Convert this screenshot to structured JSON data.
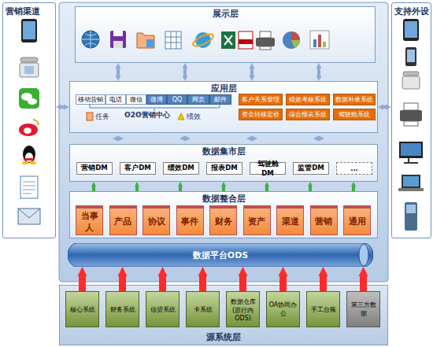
{
  "diagram": {
    "nodes": [
      {
        "text": [
          "营销渠道"
        ]
      },
      {
        "text": [
          "支持外设"
        ]
      },
      {
        "text": [
          "展示层"
        ]
      },
      {
        "text": [
          "应用层"
        ]
      },
      {
        "text": [
          "移动营销"
        ],
        "in": 3
      },
      {
        "text": [
          "电话"
        ],
        "in": 3
      },
      {
        "text": [
          "微信"
        ],
        "in": 3
      },
      {
        "text": [
          "微博"
        ],
        "in": 3
      },
      {
        "text": [
          "QQ"
        ],
        "in": 3
      },
      {
        "text": [
          "网页"
        ],
        "in": 3
      },
      {
        "text": [
          "邮件"
        ],
        "in": 3
      },
      {
        "text": [
          "客户关系管理"
        ],
        "in": 3
      },
      {
        "text": [
          "绩效考核系统"
        ],
        "in": 3
      },
      {
        "text": [
          "数据补录系统"
        ],
        "in": 3
      },
      {
        "text": [
          "资金转移定价"
        ],
        "in": 3
      },
      {
        "text": [
          "综合报表系统"
        ],
        "in": 3
      },
      {
        "text": [
          "驾驶舱系统"
        ],
        "in": 3
      },
      {
        "text": [
          "数据集市层"
        ]
      },
      {
        "text": [
          "营销DM"
        ],
        "in": 17
      },
      {
        "text": [
          "客户DM"
        ],
        "in": 17
      },
      {
        "text": [
          "绩效DM"
        ],
        "in": 17
      },
      {
        "text": [
          "报表DM"
        ],
        "in": 17
      },
      {
        "text": [
          "驾驶舱DM"
        ],
        "in": 17
      },
      {
        "text": [
          "监管DM"
        ],
        "in": 17
      },
      {
        "text": [
          "..."
        ],
        "in": 17
      },
      {
        "text": [
          "数据整合层"
        ]
      },
      {
        "text": [
          "当事人"
        ],
        "in": 25
      },
      {
        "text": [
          "产品"
        ],
        "in": 25
      },
      {
        "text": [
          "协议"
        ],
        "in": 25
      },
      {
        "text": [
          "事件"
        ],
        "in": 25
      },
      {
        "text": [
          "财务"
        ],
        "in": 25
      },
      {
        "text": [
          "资产"
        ],
        "in": 25
      },
      {
        "text": [
          "渠道"
        ],
        "in": 25
      },
      {
        "text": [
          "营销"
        ],
        "in": 25
      },
      {
        "text": [
          "通用"
        ],
        "in": 25
      },
      {
        "text": [
          "数据平台ODS"
        ]
      },
      {
        "text": [
          "源系统层"
        ]
      },
      {
        "text": [
          "核心系统"
        ],
        "in": 36
      },
      {
        "text": [
          "财务系统"
        ],
        "in": 36
      },
      {
        "text": [
          "信贷系统"
        ],
        "in": 36
      },
      {
        "text": [
          "卡系统"
        ],
        "in": 36
      },
      {
        "text": [
          "数据仓库 (原行内ODS)"
        ],
        "in": 36
      },
      {
        "text": [
          "OA协同办公"
        ],
        "in": 36
      },
      {
        "text": [
          "手工台账"
        ],
        "in": 36
      },
      {
        "text": [
          "第三方数据"
        ],
        "in": 36
      }
    ],
    "edges": [
      {
        "from": 0,
        "to": 3,
        "arrow": "both"
      },
      {
        "from": 3,
        "to": 1,
        "arrow": "both"
      },
      {
        "from": 2,
        "to": 3,
        "arrow": "both"
      },
      {
        "from": 2,
        "to": 3,
        "arrow": "both"
      },
      {
        "from": 2,
        "to": 3,
        "arrow": "both"
      },
      {
        "from": 2,
        "to": 3,
        "arrow": "both"
      },
      {
        "from": 3,
        "to": 17,
        "arrow": "both"
      },
      {
        "from": 3,
        "to": 17,
        "arrow": "both"
      },
      {
        "from": 3,
        "to": 17,
        "arrow": "both"
      },
      {
        "from": 3,
        "to": 17,
        "arrow": "both"
      },
      {
        "from": 25,
        "to": 17,
        "arrow": "to"
      },
      {
        "from": 25,
        "to": 17,
        "arrow": "to"
      },
      {
        "from": 25,
        "to": 17,
        "arrow": "to"
      },
      {
        "from": 25,
        "to": 17,
        "arrow": "to"
      },
      {
        "from": 25,
        "to": 17,
        "arrow": "to"
      },
      {
        "from": 25,
        "to": 17,
        "arrow": "to"
      },
      {
        "from": 25,
        "to": 17,
        "arrow": "to"
      },
      {
        "from": 37,
        "to": 35,
        "arrow": "to"
      },
      {
        "from": 38,
        "to": 35,
        "arrow": "to"
      },
      {
        "from": 39,
        "to": 35,
        "arrow": "to"
      },
      {
        "from": 40,
        "to": 35,
        "arrow": "to"
      },
      {
        "from": 41,
        "to": 35,
        "arrow": "to"
      },
      {
        "from": 42,
        "to": 35,
        "arrow": "to"
      },
      {
        "from": 43,
        "to": 35,
        "arrow": "to"
      },
      {
        "from": 44,
        "to": 35,
        "arrow": "to"
      }
    ],
    "labels": [
      "任务",
      "O2O营销中心",
      "绩效"
    ]
  }
}
